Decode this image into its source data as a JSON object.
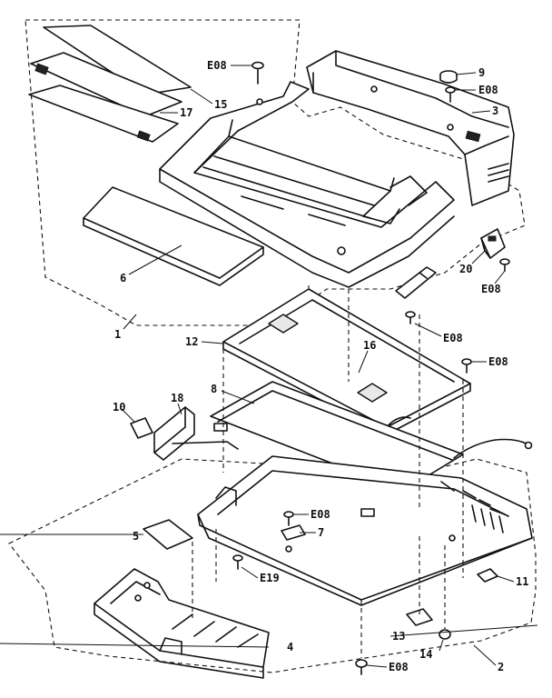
{
  "diagram": {
    "labels": {
      "l1": "1",
      "l2": "2",
      "l3": "3",
      "l4": "4",
      "l5": "5",
      "l6": "6",
      "l7": "7",
      "l8": "8",
      "l9": "9",
      "l10": "10",
      "l11": "11",
      "l12": "12",
      "l13": "13",
      "l14": "14",
      "l15": "15",
      "l16": "16",
      "l17": "17",
      "l18": "18",
      "l20": "20",
      "e08_top": "E08",
      "e08_9": "E08",
      "e08_20": "E08",
      "e08_mid": "E08",
      "e08_16": "E08",
      "e08_7": "E08",
      "e08_bottom": "E08",
      "e19": "E19"
    }
  }
}
